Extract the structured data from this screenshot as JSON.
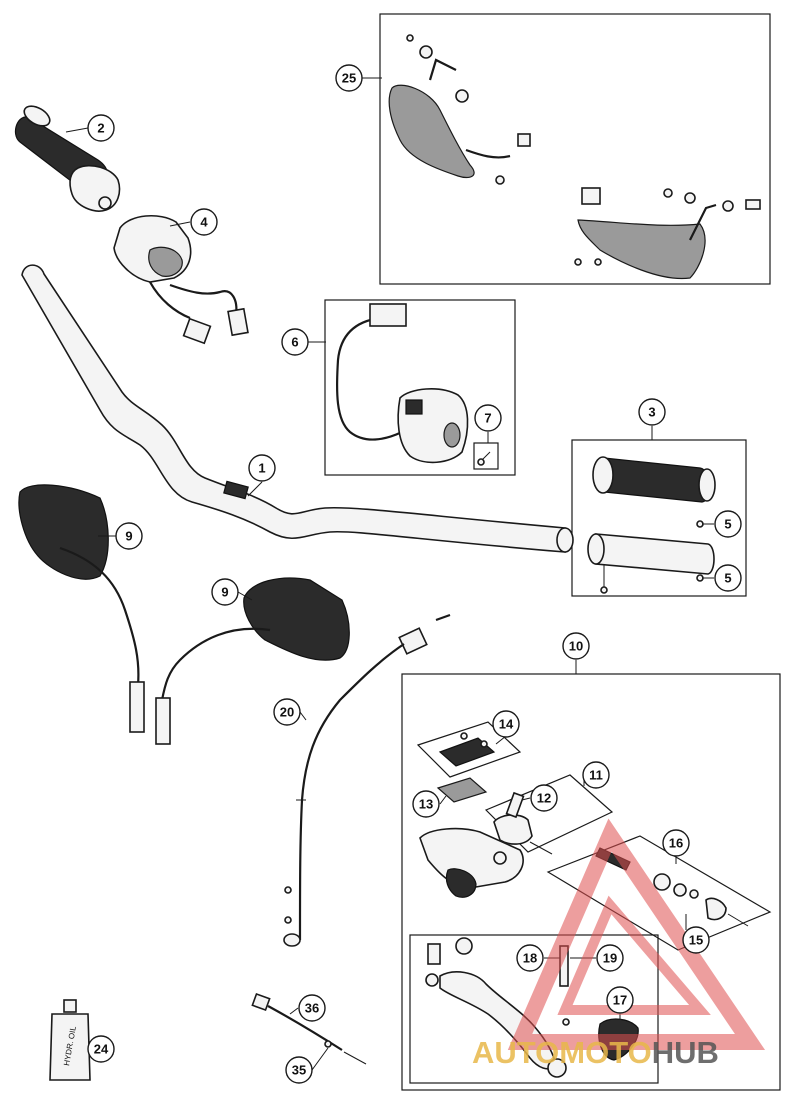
{
  "callouts": {
    "c1": "1",
    "c2": "2",
    "c3": "3",
    "c4": "4",
    "c5a": "5",
    "c5b": "5",
    "c6": "6",
    "c7": "7",
    "c9a": "9",
    "c9b": "9",
    "c10": "10",
    "c11": "11",
    "c12": "12",
    "c13": "13",
    "c14": "14",
    "c15": "15",
    "c16": "16",
    "c17": "17",
    "c18": "18",
    "c19": "19",
    "c20": "20",
    "c24": "24",
    "c25": "25",
    "c35": "35",
    "c36": "36"
  },
  "bottle_label": "HYDR. OIL",
  "watermark": {
    "part1": "AUTOMOTO",
    "part2": "HUB",
    "color1": "#e8b84a",
    "color2": "#555555",
    "logo_color": "#e05050"
  }
}
